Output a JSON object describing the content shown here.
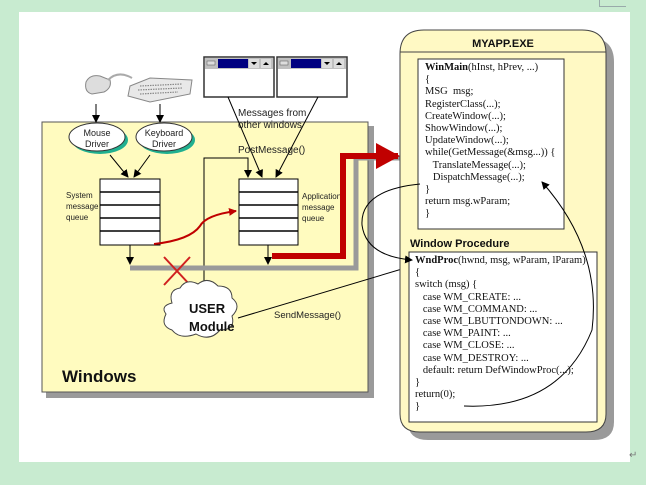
{
  "diagram": {
    "devices": {
      "mouse_label": "Mouse Driver",
      "mouse_line1": "Mouse",
      "mouse_line2": "Driver",
      "keyboard_line1": "Keyboard",
      "keyboard_line2": "Driver"
    },
    "other_windows_caption_line1": "Messages from",
    "other_windows_caption_line2": "other windows",
    "post_message": "PostMessage()",
    "system_queue_label": [
      "System",
      "message",
      "queue"
    ],
    "app_queue_label": [
      "Application",
      "message",
      "queue"
    ],
    "user_module_line1": "USER",
    "user_module_line2": "Module",
    "send_message": "SendMessage()",
    "windows_label": "Windows",
    "app_title": "MYAPP.EXE",
    "winmain_code": [
      {
        "bold": "WinMain",
        "rest": "(hInst, hPrev, ...)"
      },
      {
        "bold": "",
        "rest": "{"
      },
      {
        "bold": "",
        "rest": "MSG  msg;"
      },
      {
        "bold": "",
        "rest": "RegisterClass(...);"
      },
      {
        "bold": "",
        "rest": "CreateWindow(...);"
      },
      {
        "bold": "",
        "rest": "ShowWindow(...);"
      },
      {
        "bold": "",
        "rest": "UpdateWindow(...);"
      },
      {
        "bold": "",
        "rest": "while(GetMessage(&msg...)) {"
      },
      {
        "bold": "",
        "rest": "   TranslateMessage(...);"
      },
      {
        "bold": "",
        "rest": "   DispatchMessage(...);"
      },
      {
        "bold": "",
        "rest": "}"
      },
      {
        "bold": "",
        "rest": "return msg.wParam;"
      },
      {
        "bold": "",
        "rest": "}"
      }
    ],
    "window_procedure_title": "Window  Procedure",
    "wndproc_code": [
      {
        "bold": "WndProc",
        "rest": "(hwnd, msg, wParam, lParam)"
      },
      {
        "bold": "",
        "rest": "{"
      },
      {
        "bold": "",
        "rest": "switch (msg) {"
      },
      {
        "bold": "",
        "rest": "   case WM_CREATE: ..."
      },
      {
        "bold": "",
        "rest": "   case WM_COMMAND: ..."
      },
      {
        "bold": "",
        "rest": "   case WM_LBUTTONDOWN: ..."
      },
      {
        "bold": "",
        "rest": "   case WM_PAINT: ..."
      },
      {
        "bold": "",
        "rest": "   case WM_CLOSE: ..."
      },
      {
        "bold": "",
        "rest": "   case WM_DESTROY: ..."
      },
      {
        "bold": "",
        "rest": "   default: return DefWindowProc(...);"
      },
      {
        "bold": "",
        "rest": "}"
      },
      {
        "bold": "",
        "rest": "return(0);"
      },
      {
        "bold": "",
        "rest": "}"
      }
    ],
    "colors": {
      "windows_box_fill": "#fffbbf",
      "app_box_fill": "#fff9c4",
      "red_path": "#c00000",
      "gray_path": "#9a9a9a",
      "titlebar_blue": "#000080",
      "driver_shadow": "#20b090",
      "background": "#c8ebd0"
    },
    "return_mark": "↵"
  }
}
